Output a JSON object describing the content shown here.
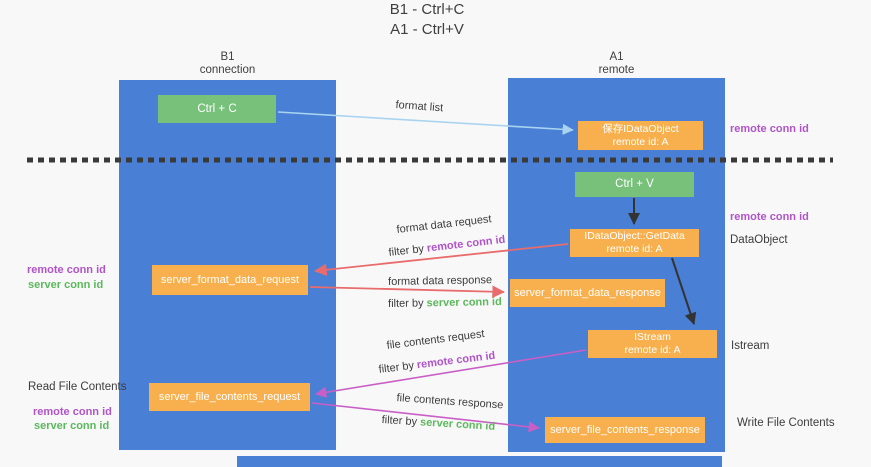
{
  "title": {
    "line1": "B1 - Ctrl+C",
    "line2": "A1 - Ctrl+V"
  },
  "lanes": {
    "left": {
      "name": "B1",
      "role": "connection"
    },
    "right": {
      "name": "A1",
      "role": "remote"
    }
  },
  "boxes": {
    "ctrl_c": {
      "label": "Ctrl + C"
    },
    "ctrl_v": {
      "label": "Ctrl + V"
    },
    "save_dataobject": {
      "line1": "保存IDataObject",
      "line2": "remote id: A"
    },
    "getdata": {
      "line1": "IDataObject::GetData",
      "line2": "remote id: A"
    },
    "istream": {
      "line1": "IStream",
      "line2": "remote id: A"
    },
    "server_format_data_request": {
      "label": "server_format_data_request"
    },
    "server_format_data_response": {
      "label": "server_format_data_response"
    },
    "server_file_contents_request": {
      "label": "server_file_contents_request"
    },
    "server_file_contents_response": {
      "label": "server_file_contents_response"
    }
  },
  "arrow_labels": {
    "format_list": "format list",
    "format_data_request": "format data request",
    "format_data_response": "format data response",
    "file_contents_request": "file contents request",
    "file_contents_response": "file contents response",
    "filter_by": "filter by",
    "remote_conn_id": "remote conn id",
    "server_conn_id": "server conn id"
  },
  "side_notes": {
    "right_remote_conn_id_1": "remote conn id",
    "right_remote_conn_id_2": "remote conn id",
    "right_dataobject": "DataObject",
    "right_istream": "Istream",
    "right_write_file_contents": "Write File Contents",
    "left_remote_conn_id_1": "remote conn id",
    "left_server_conn_id_1": "server conn id",
    "left_read_file_contents": "Read File Contents",
    "left_remote_conn_id_2": "remote conn id",
    "left_server_conn_id_2": "server conn id"
  },
  "colors": {
    "lifeline_blue": "#4a7fd6",
    "box_green": "#77c17b",
    "box_orange": "#f8b04e",
    "arrow_red": "#e96c6c",
    "arrow_magenta": "#c95fc6",
    "arrow_lightblue": "#a9d4f0",
    "arrow_black": "#333333",
    "text_purple": "#b154c8",
    "text_green": "#5cb85c"
  }
}
